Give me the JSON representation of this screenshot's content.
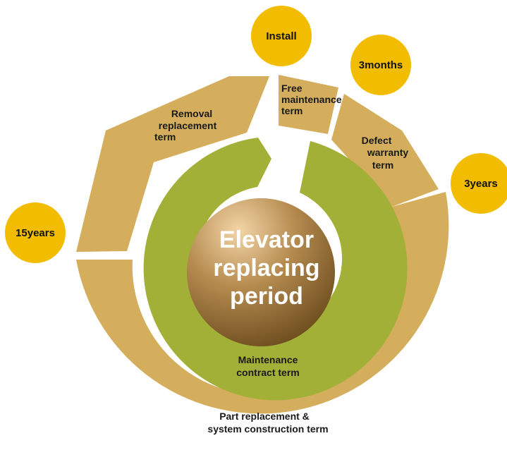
{
  "colors": {
    "outer_ring": "#d4ae5c",
    "inner_ring": "#a3b037",
    "milestone": "#f2bd00",
    "center_light": "#f3d5a7",
    "center_dark": "#6a4a1c"
  },
  "center": {
    "lines": [
      "Elevator",
      "replacing",
      "period"
    ]
  },
  "milestones": {
    "install": "Install",
    "three_months": "3months",
    "three_years": "3years",
    "fifteen_years": "15years"
  },
  "segments": {
    "removal_replacement": [
      "Removal",
      "replacement",
      "term"
    ],
    "free_maintenance": [
      "Free",
      "maintenance",
      "term"
    ],
    "defect_warranty": [
      "Defect",
      "warranty",
      "term"
    ],
    "part_replacement": [
      "Part replacement &",
      "system construction term"
    ],
    "maintenance_contract": [
      "Maintenance",
      "contract term"
    ]
  }
}
